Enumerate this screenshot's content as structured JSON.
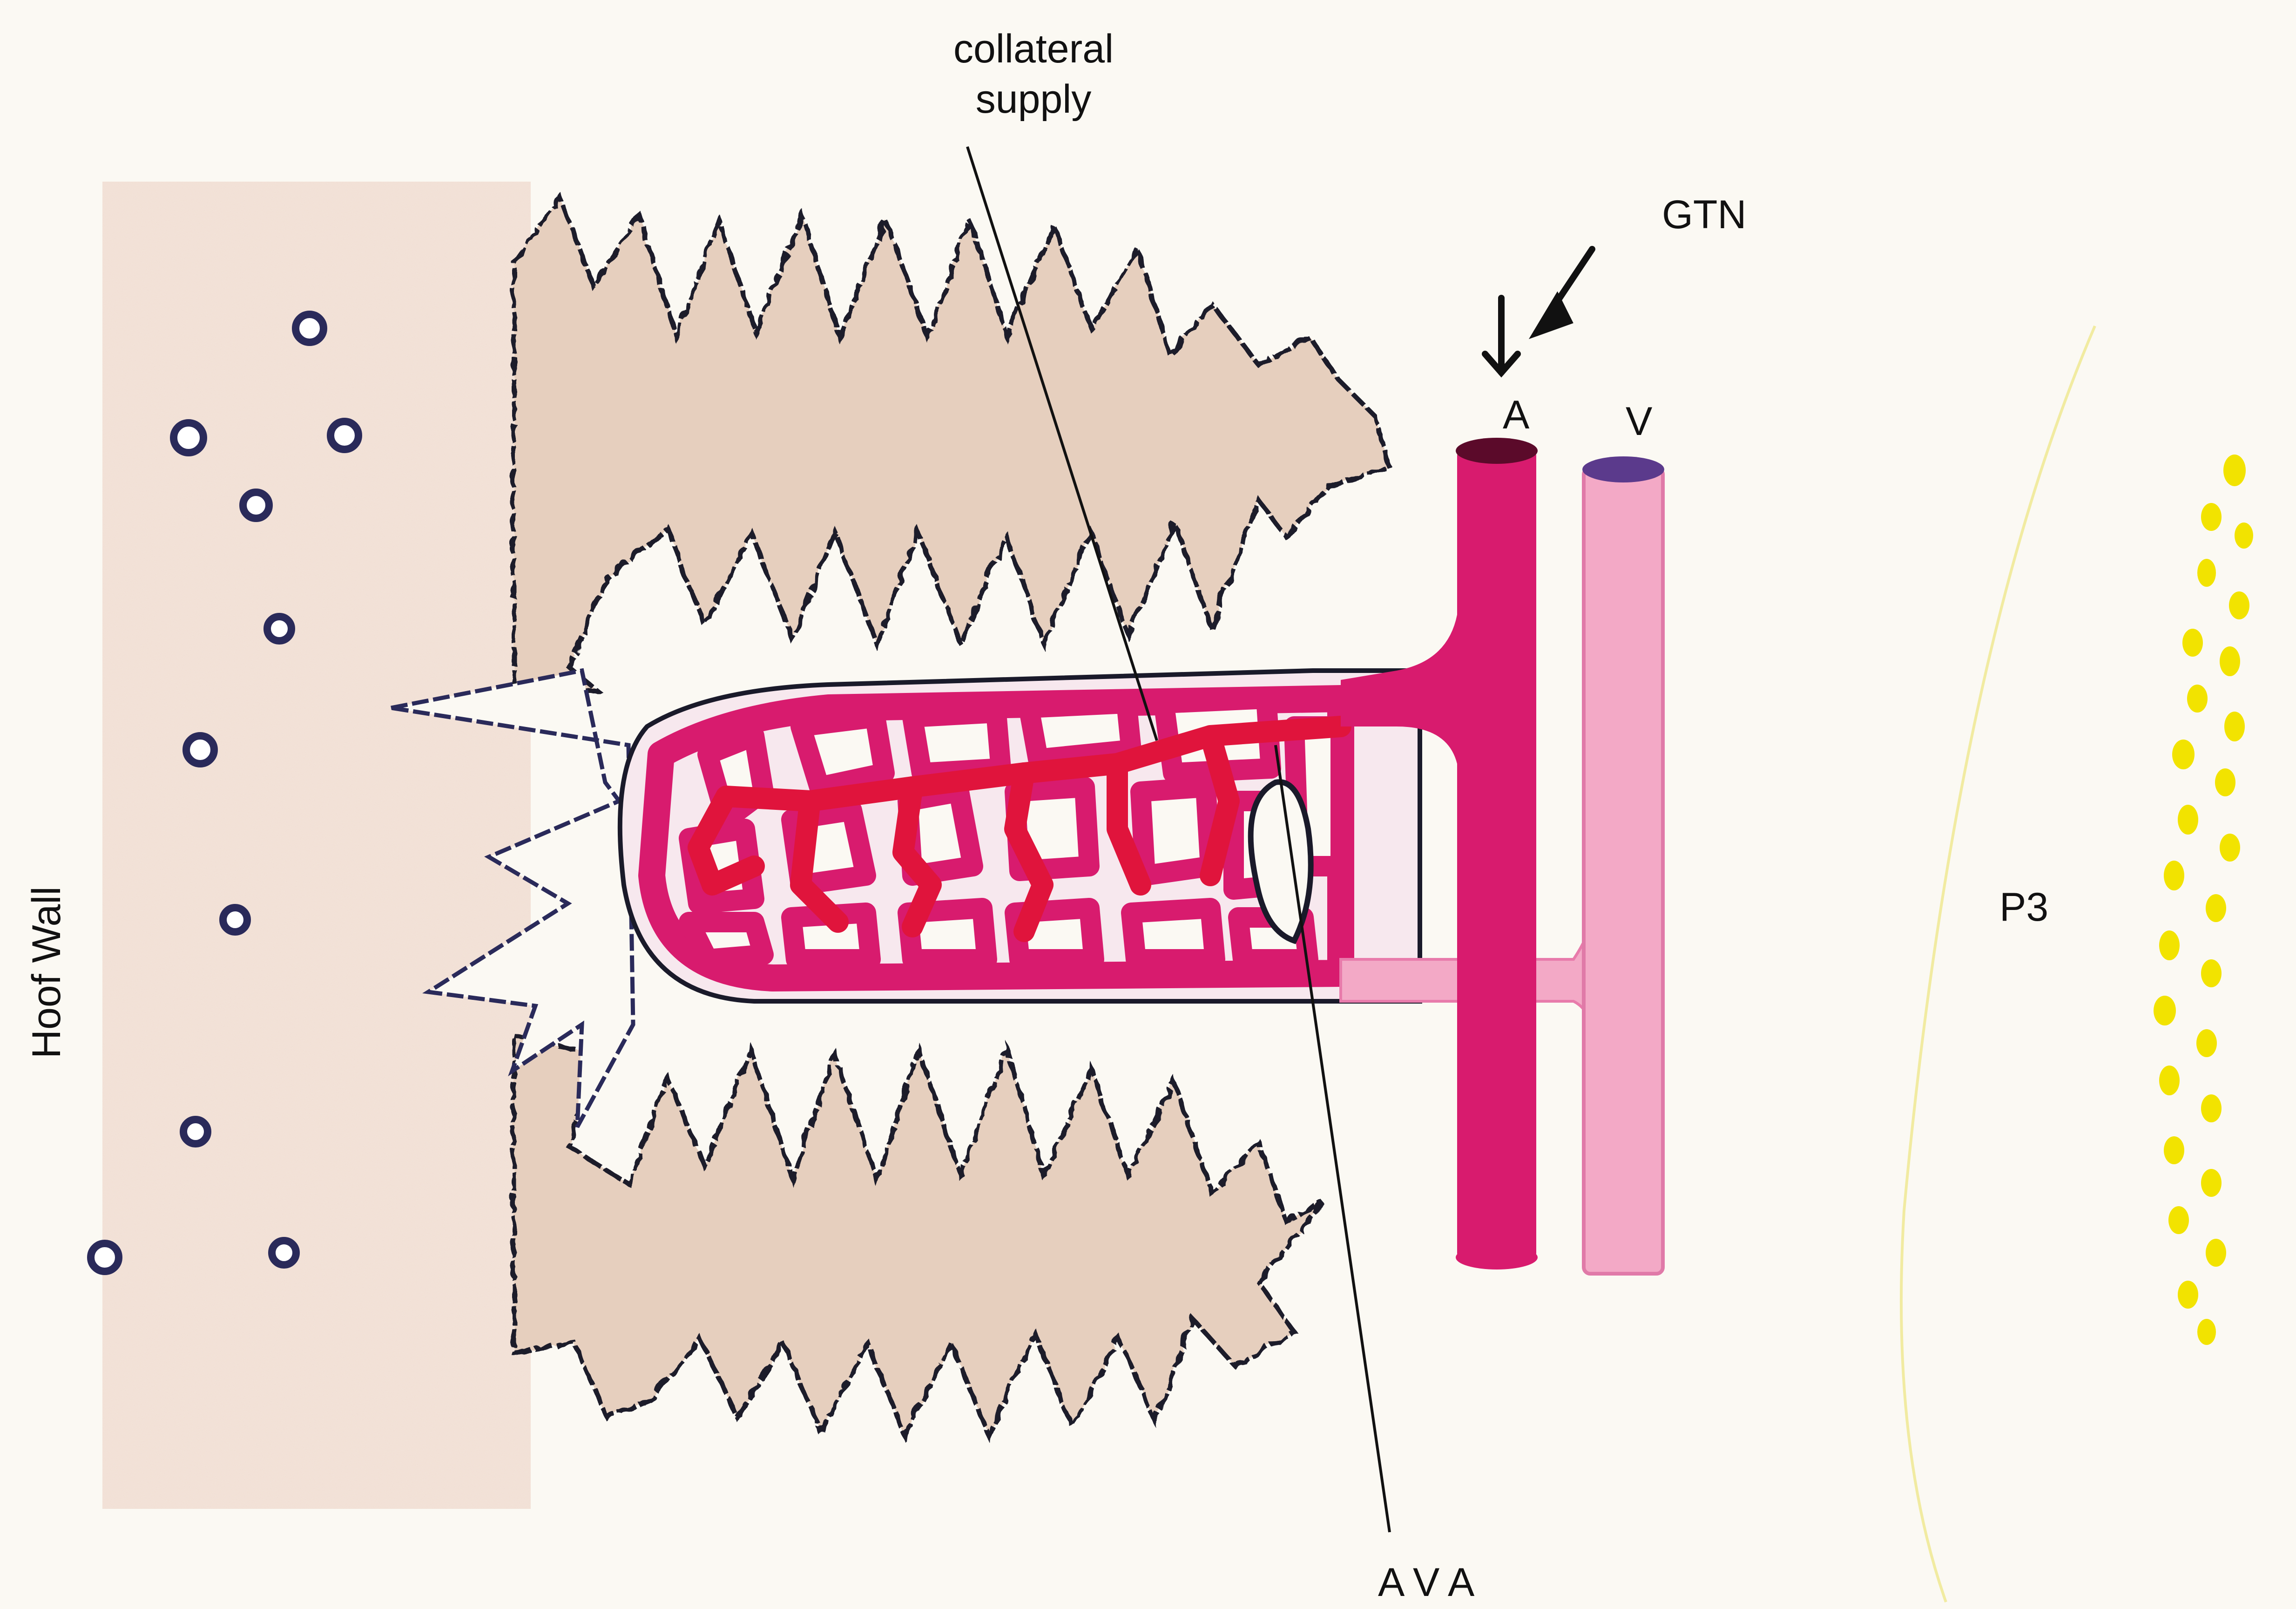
{
  "labels": {
    "collateral_line1": "collateral",
    "collateral_line2": "supply",
    "gtn": "GTN",
    "artery": "A",
    "vein": "V",
    "p3": "P3",
    "ava": "AVA",
    "hoof_wall": "Hoof Wall"
  },
  "colors": {
    "background": "#fbf9f3",
    "hoof_wall_tint": "#e9d2c4",
    "lamellae_fill": "#e4cfbd",
    "outline": "#1a1a2a",
    "artery": "#d81b6e",
    "capillary_red": "#e0143c",
    "vein": "#f3a9c6",
    "vein_cap": "#5b3a8c",
    "bone_yellow": "#f2e300"
  }
}
